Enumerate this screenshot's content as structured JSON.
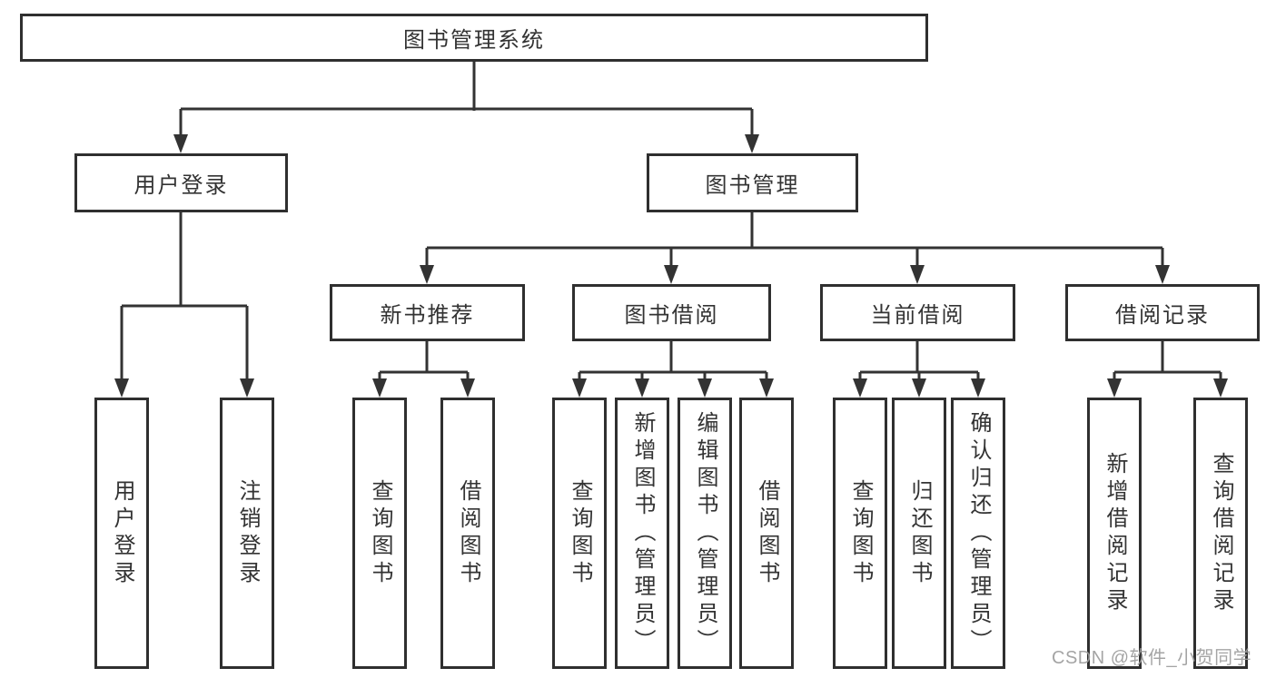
{
  "diagram": {
    "title": "图书管理系统",
    "type": "hierarchy-tree",
    "tree": {
      "root": {
        "label": "图书管理系统"
      },
      "branches": [
        {
          "label": "用户登录",
          "children": [
            {
              "label": "用户登录"
            },
            {
              "label": "注销登录"
            }
          ]
        },
        {
          "label": "图书管理",
          "children": [
            {
              "label": "新书推荐",
              "children": [
                {
                  "label": "查询图书"
                },
                {
                  "label": "借阅图书"
                }
              ]
            },
            {
              "label": "图书借阅",
              "children": [
                {
                  "label": "查询图书"
                },
                {
                  "label": "新增图书（管理员）"
                },
                {
                  "label": "编辑图书（管理员）"
                },
                {
                  "label": "借阅图书"
                }
              ]
            },
            {
              "label": "当前借阅",
              "children": [
                {
                  "label": "查询图书"
                },
                {
                  "label": "归还图书"
                },
                {
                  "label": "确认归还（管理员）"
                }
              ]
            },
            {
              "label": "借阅记录",
              "children": [
                {
                  "label": "新增借阅记录"
                },
                {
                  "label": "查询借阅记录"
                }
              ]
            }
          ]
        }
      ]
    }
  },
  "watermark": {
    "text": "CSDN @软件_小贺同学"
  },
  "colors": {
    "line": "#333333",
    "box_border": "#2f2f2f",
    "text": "#333333",
    "watermark": "#9d9d9d",
    "background": "#ffffff"
  }
}
